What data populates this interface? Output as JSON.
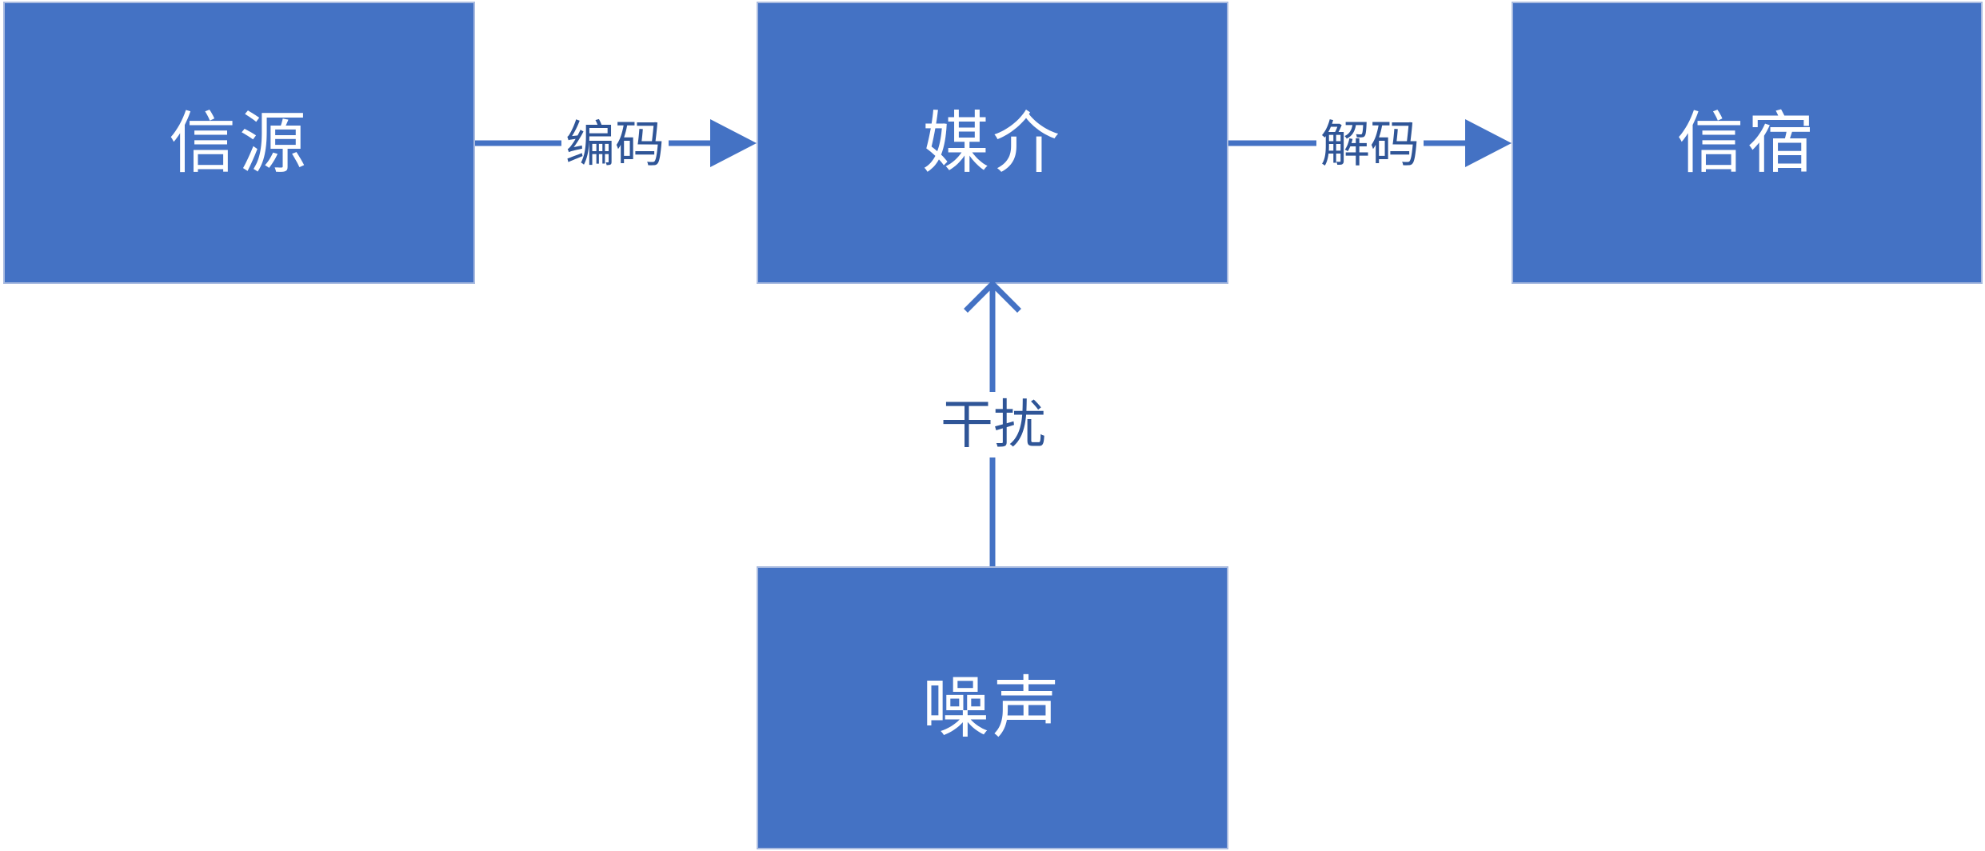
{
  "diagram": {
    "colors": {
      "node_fill": "#4472c4",
      "node_text": "#ffffff",
      "edge": "#4472c4",
      "edge_label": "#2f5597",
      "background": "#ffffff"
    },
    "nodes": {
      "source": "信源",
      "medium": "媒介",
      "sink": "信宿",
      "noise": "噪声"
    },
    "edges": {
      "source_to_medium": "编码",
      "medium_to_sink": "解码",
      "noise_to_medium": "干扰"
    }
  }
}
